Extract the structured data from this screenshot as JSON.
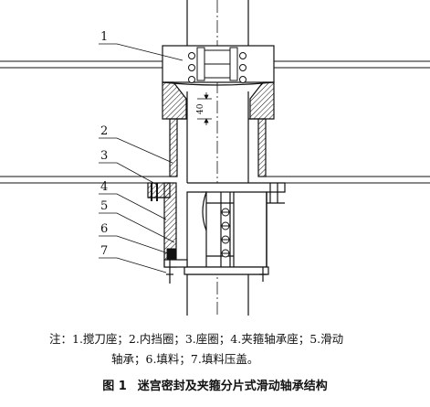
{
  "callouts": [
    "1",
    "2",
    "3",
    "4",
    "5",
    "6",
    "7"
  ],
  "dimension_label": "40",
  "caption": {
    "note_line1": "注：1.搅刀座；2.内挡圈；3.座圈；4.夹箍轴承座；5.滑动",
    "note_line2": "轴承；6.填料；7.填料压盖。",
    "figure_number": "图 1",
    "figure_title": "迷宫密封及夹箍分片式滑动轴承结构"
  }
}
